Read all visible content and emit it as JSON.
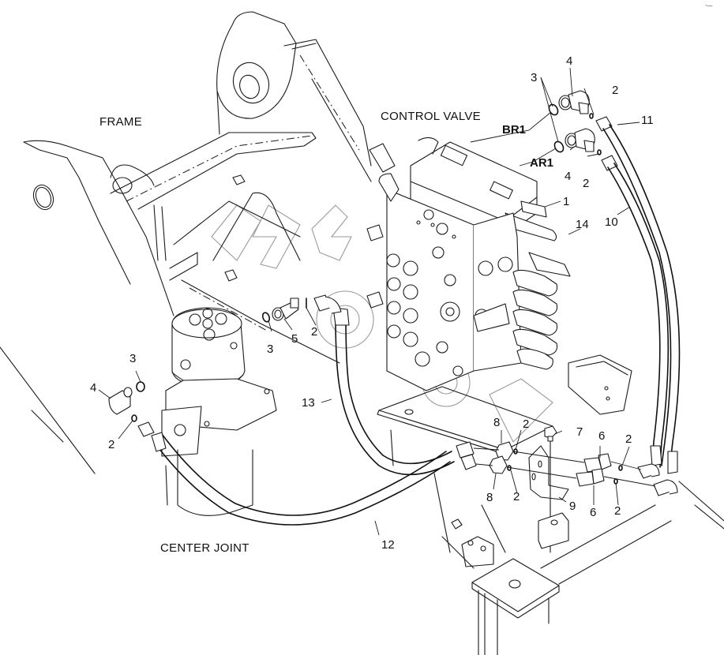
{
  "diagram": {
    "corner_mark": "-—",
    "assembly_labels": {
      "frame": "FRAME",
      "control_valve": "CONTROL VALVE",
      "center_joint": "CENTER JOINT"
    },
    "port_labels": {
      "br1": "BR1",
      "ar1": "AR1"
    },
    "watermark": "ult",
    "callouts": [
      {
        "id": "c1",
        "number": "1",
        "part": "fitting on control valve"
      },
      {
        "id": "c2a",
        "number": "2",
        "part": "o-ring (upper, BR1 elbow)"
      },
      {
        "id": "c2b",
        "number": "2",
        "part": "o-ring (lower, AR1 elbow)"
      },
      {
        "id": "c2c",
        "number": "2",
        "part": "o-ring (elbow 5)"
      },
      {
        "id": "c2d",
        "number": "2",
        "part": "o-ring (center joint elbow)"
      },
      {
        "id": "c2e",
        "number": "2",
        "part": "o-ring (bracket upper left)"
      },
      {
        "id": "c2f",
        "number": "2",
        "part": "o-ring (bracket lower left)"
      },
      {
        "id": "c2g",
        "number": "2",
        "part": "o-ring (bracket upper right)"
      },
      {
        "id": "c2h",
        "number": "2",
        "part": "o-ring (bracket lower right)"
      },
      {
        "id": "c3a",
        "number": "3",
        "part": "o-ring (control valve ports)"
      },
      {
        "id": "c3b",
        "number": "3",
        "part": "o-ring (center joint top)"
      },
      {
        "id": "c3c",
        "number": "3",
        "part": "o-ring (center joint side)"
      },
      {
        "id": "c4a",
        "number": "4",
        "part": "elbow (BR1)"
      },
      {
        "id": "c4b",
        "number": "4",
        "part": "elbow (AR1)"
      },
      {
        "id": "c4c",
        "number": "4",
        "part": "elbow (center joint)"
      },
      {
        "id": "c5",
        "number": "5",
        "part": "elbow (center joint top)"
      },
      {
        "id": "c6a",
        "number": "6",
        "part": "bulkhead connector (upper)"
      },
      {
        "id": "c6b",
        "number": "6",
        "part": "bulkhead connector (lower)"
      },
      {
        "id": "c7",
        "number": "7",
        "part": "bolt"
      },
      {
        "id": "c8a",
        "number": "8",
        "part": "nut (upper)"
      },
      {
        "id": "c8b",
        "number": "8",
        "part": "nut (lower)"
      },
      {
        "id": "c9",
        "number": "9",
        "part": "bracket"
      },
      {
        "id": "c10",
        "number": "10",
        "part": "hose"
      },
      {
        "id": "c11",
        "number": "11",
        "part": "hose"
      },
      {
        "id": "c12",
        "number": "12",
        "part": "hose"
      },
      {
        "id": "c13",
        "number": "13",
        "part": "hose"
      },
      {
        "id": "c14",
        "number": "14",
        "part": "fitting"
      }
    ]
  }
}
